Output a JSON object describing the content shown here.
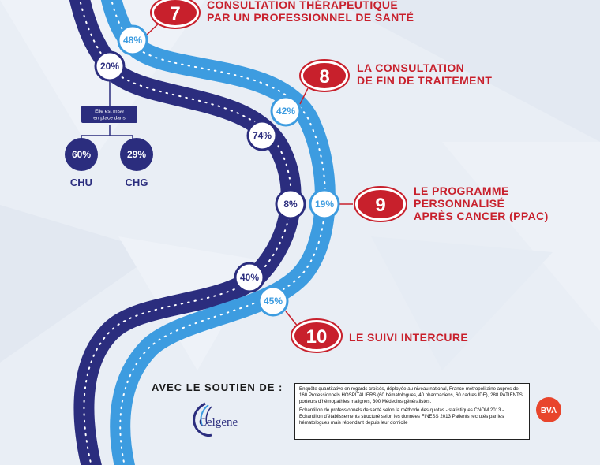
{
  "steps": [
    {
      "number": "7",
      "title_lines": [
        "CONSULTATION THÉRAPEUTIQUE",
        "PAR UN PROFESSIONNEL DE SANTÉ"
      ]
    },
    {
      "number": "8",
      "title_lines": [
        "LA CONSULTATION",
        "DE FIN DE TRAITEMENT"
      ]
    },
    {
      "number": "9",
      "title_lines": [
        "LE PROGRAMME",
        "PERSONNALISÉ",
        "APRÈS CANCER (PPAC)"
      ]
    },
    {
      "number": "10",
      "title_lines": [
        "LE SUIVI INTERCURE"
      ]
    }
  ],
  "dark_path_values": [
    "20%",
    "74%",
    "8%",
    "40%"
  ],
  "light_path_values": [
    "48%",
    "42%",
    "19%",
    "45%"
  ],
  "callout": {
    "text_lines": [
      "Elle est mise",
      "en place dans"
    ]
  },
  "split": [
    {
      "value": "60%",
      "label": "CHU"
    },
    {
      "value": "29%",
      "label": "CHG"
    }
  ],
  "support_label": "AVEC LE SOUTIEN DE :",
  "sponsor_logo": "Celgene",
  "agency_logo": "BVA",
  "methodology": [
    "Enquête quantitative en regards croisés, déployée au niveau national, France métropolitaine auprès de 160 Professionnels  HOSPITALIERS (60 hématologues, 40 pharmaciens, 60 cadres IDE), 288 PATIENTS porteurs d'hémopathies malignes, 300 Médecins généralistes.",
    "Echantillon de professionnels de santé selon la méthode des quotas - statistiques CNOM 2013 - Echantillon d'établissements structuré selon les données FINESS 2013 Patients recrutés par les hématologues mais répondant depuis leur domicile"
  ],
  "colors": {
    "dark_path": "#2b2d7e",
    "light_path": "#3d9ce0",
    "step_red": "#c8202c",
    "background": "#e9eef5"
  }
}
